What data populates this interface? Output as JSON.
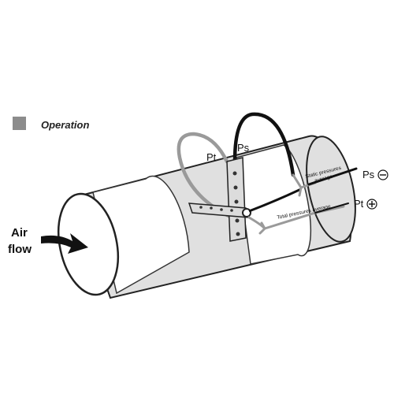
{
  "legend": {
    "label": "Operation",
    "swatch_color": "#8c8c8c"
  },
  "labels": {
    "air": "Air",
    "flow": "flow",
    "pt_top": "Pt",
    "ps_top": "Ps",
    "static_line1": "Static pressures",
    "static_line2": "average",
    "total": "Total pressures average",
    "ps_out": "Ps",
    "pt_out": "Pt"
  },
  "icons": {
    "minus": "minus-circle-icon",
    "plus": "plus-circle-icon"
  },
  "colors": {
    "duct_fill": "#e0e0e0",
    "gray_tube": "#9a9a9a",
    "black_tube": "#111111",
    "outline": "#222222"
  }
}
